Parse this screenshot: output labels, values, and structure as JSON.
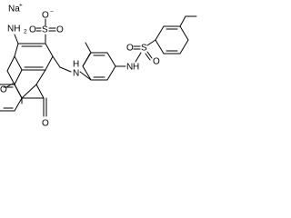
{
  "structure": {
    "counter_ion": "Na",
    "counter_ion_charge": "+",
    "atoms": {
      "sulfonate_O_minus": "O",
      "sulfonate_S": "S",
      "sulfonate_O1": "O",
      "sulfonate_O2": "O",
      "amino": "NH",
      "amino_h": "2",
      "ketone_O1": "O",
      "ketone_O2": "O",
      "amine_bridge_N": "N",
      "amine_bridge_H": "H",
      "sulfonamide_N": "N",
      "sulfonamide_H": "H",
      "sulfonyl_S": "S",
      "sulfonyl_O1": "O",
      "sulfonyl_O2": "O"
    },
    "charge_minus": "−"
  }
}
